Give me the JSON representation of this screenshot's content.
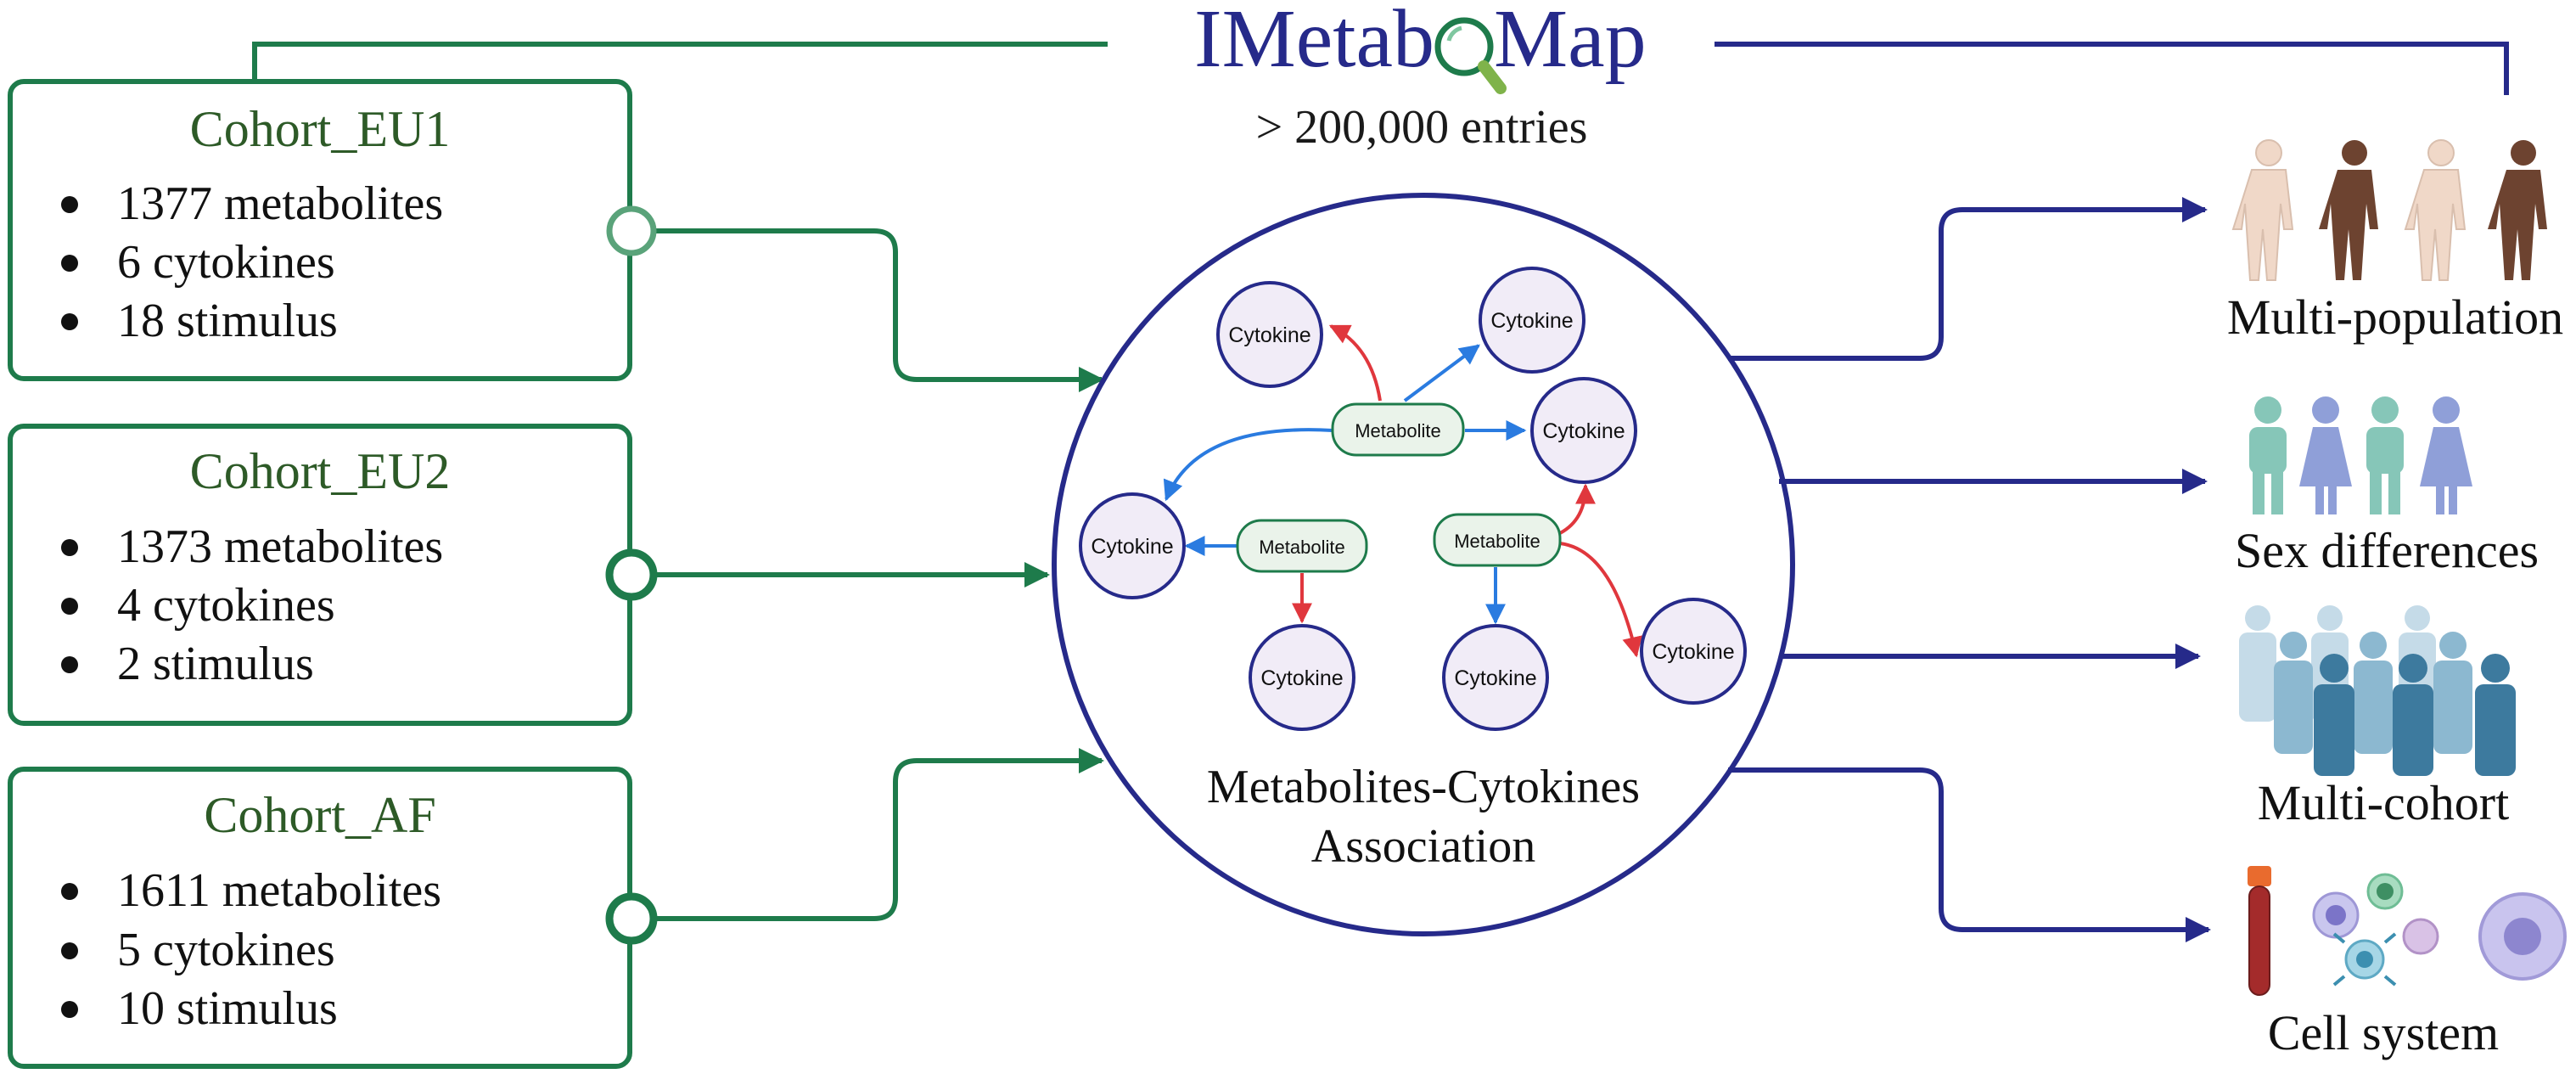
{
  "title": {
    "prefix": "IMetab",
    "suffix": "Map",
    "icon": "magnifier-icon",
    "subtitle": "> 200,000 entries"
  },
  "cohorts": [
    {
      "name": "Cohort_EU1",
      "items": [
        "1377 metabolites",
        "6 cytokines",
        "18 stimulus"
      ]
    },
    {
      "name": "Cohort_EU2",
      "items": [
        "1373 metabolites",
        "4 cytokines",
        "2 stimulus"
      ]
    },
    {
      "name": "Cohort_AF",
      "items": [
        "1611 metabolites",
        "5 cytokines",
        "10 stimulus"
      ]
    }
  ],
  "network": {
    "metabolite_label": "Metabolite",
    "cytokine_label": "Cytokine",
    "caption_line1": "Metabolites-Cytokines",
    "caption_line2": "Association"
  },
  "outputs": [
    {
      "label": "Multi-population",
      "icon": "human-figures-icon"
    },
    {
      "label": "Sex differences",
      "icon": "male-female-icon"
    },
    {
      "label": "Multi-cohort",
      "icon": "crowd-icon"
    },
    {
      "label": "Cell system",
      "icon": "blood-cells-icon"
    }
  ],
  "colors": {
    "green": "#1e7b4b",
    "green_text": "#2d5a27",
    "navy": "#262a8a",
    "red": "#e0373d",
    "blue": "#2a7be0",
    "cytokine_fill": "#f1ecf7",
    "metabolite_fill": "#eaf3ea"
  }
}
